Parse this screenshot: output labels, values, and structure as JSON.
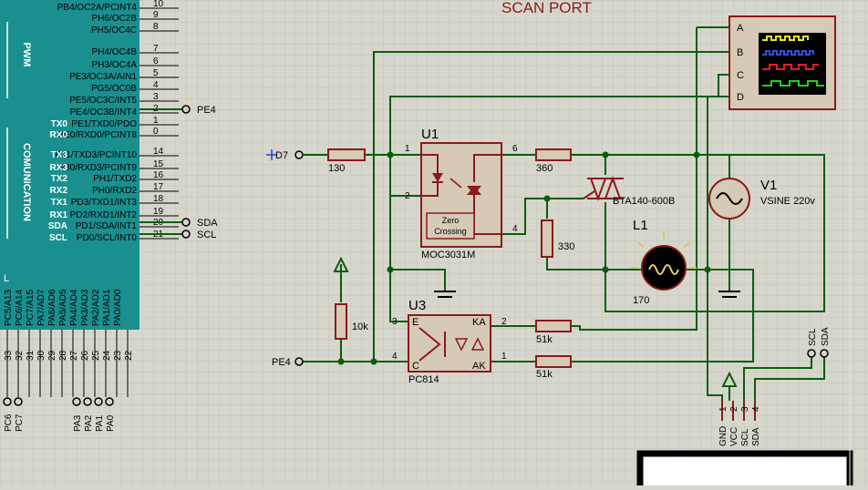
{
  "title": "SCAN PORT",
  "colors": {
    "wire": "#0b5d0b",
    "component": "#8b1a1a",
    "mcu_body": "#1a8f8f",
    "grid_bg": "#d6d6cc",
    "grid_line": "#c4c4b8"
  },
  "mcu": {
    "group_pwm": "PWM",
    "group_comm": "COMUNICATION",
    "group_l": "L",
    "right_pins": [
      {
        "num": "10",
        "name": "PB4/OC2A/PCINT4"
      },
      {
        "num": "9",
        "name": "PH6/OC2B"
      },
      {
        "num": "8",
        "name": "PH5/OC4C"
      },
      {
        "num": "7",
        "name": "PH4/OC4B"
      },
      {
        "num": "6",
        "name": "PH3/OC4A"
      },
      {
        "num": "5",
        "name": "PE3/OC3A/AIN1"
      },
      {
        "num": "4",
        "name": "PG5/OC0B"
      },
      {
        "num": "3",
        "name": "PE5/OC3C/INT5"
      },
      {
        "num": "2",
        "name": "PE4/OC3B/INT4"
      },
      {
        "num": "1",
        "name": "PE1/TXD0/PDO",
        "alt": "TX0"
      },
      {
        "num": "0",
        "name": "PE0/RXD0/PCINT8",
        "alt": "RX0"
      },
      {
        "num": "14",
        "name": "PJ1/TXD3/PCINT10",
        "alt": "TX3"
      },
      {
        "num": "15",
        "name": "PJ0/RXD3/PCINT9",
        "alt": "RX3"
      },
      {
        "num": "16",
        "name": "PH1/TXD2",
        "alt": "TX2"
      },
      {
        "num": "17",
        "name": "PH0/RXD2",
        "alt": "RX2"
      },
      {
        "num": "18",
        "name": "PD3/TXD1/INT3",
        "alt": "TX1"
      },
      {
        "num": "19",
        "name": "PD2/RXD1/INT2",
        "alt": "RX1"
      },
      {
        "num": "20",
        "name": "PD1/SDA/INT1",
        "alt": "SDA"
      },
      {
        "num": "21",
        "name": "PD0/SCL/INT0",
        "alt": "SCL"
      }
    ],
    "bottom_pins": [
      {
        "num": "33",
        "name": "PC5/A13"
      },
      {
        "num": "32",
        "name": "PC6/A14"
      },
      {
        "num": "31",
        "name": "PC7/A15"
      },
      {
        "num": "30",
        "name": "PA7/AD7"
      },
      {
        "num": "29",
        "name": "PA6/AD6"
      },
      {
        "num": "28",
        "name": "PA5/AD5"
      },
      {
        "num": "27",
        "name": "PA4/AD4"
      },
      {
        "num": "26",
        "name": "PA3/AD3"
      },
      {
        "num": "25",
        "name": "PA2/AD2"
      },
      {
        "num": "24",
        "name": "PA1/AD1"
      },
      {
        "num": "23",
        "name": "PA0/AD0"
      },
      {
        "num": "22",
        "name": ""
      }
    ],
    "bottom_terminals": [
      "PC6",
      "PC7",
      "PA3",
      "PA2",
      "PA1",
      "PA0"
    ]
  },
  "terminals": {
    "pe4": "PE4",
    "sda": "SDA",
    "scl": "SCL",
    "d7": "D7",
    "pe4_in": "PE4",
    "scl_r": "SCL",
    "sda_r": "SDA"
  },
  "u1": {
    "ref": "U1",
    "part": "MOC3031M",
    "zc1": "Zero",
    "zc2": "Crossing",
    "pins": [
      "1",
      "2",
      "6",
      "4"
    ]
  },
  "u3": {
    "ref": "U3",
    "part": "PC814",
    "pins": [
      "3",
      "4",
      "2",
      "1"
    ],
    "e": "E",
    "c": "C",
    "ka": "KA",
    "ak": "AK"
  },
  "resistors": {
    "r130": "130",
    "r360": "360",
    "r330": "330",
    "r10k": "10k",
    "r51k_a": "51k",
    "r51k_b": "51k"
  },
  "triac": "BTA140-600B",
  "lamp": {
    "ref": "L1",
    "value": "170"
  },
  "source": {
    "ref": "V1",
    "value": "VSINE 220v"
  },
  "scope": {
    "channels": [
      "A",
      "B",
      "C",
      "D"
    ]
  },
  "header": {
    "pins": [
      "1",
      "2",
      "3",
      "4"
    ],
    "names": [
      "GND",
      "VCC",
      "SCL",
      "SDA"
    ]
  }
}
